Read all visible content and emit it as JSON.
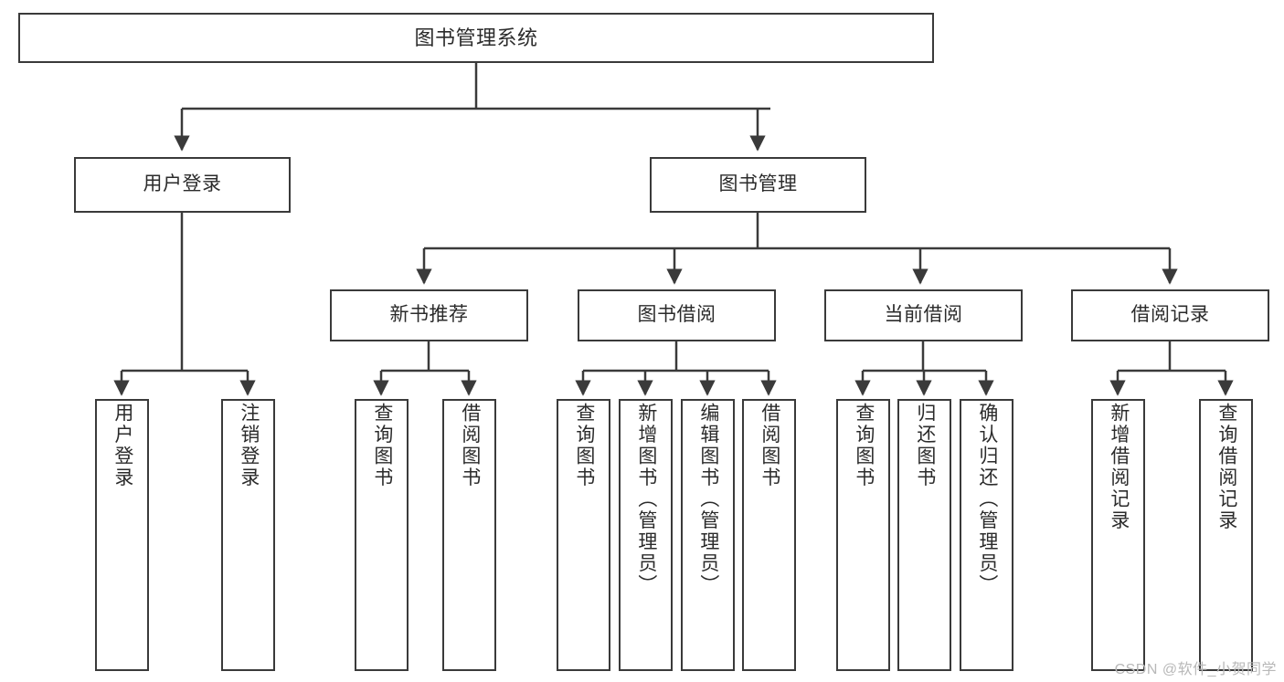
{
  "diagram": {
    "title": "图书管理系统",
    "type": "tree-hierarchy-chart",
    "root": {
      "id": "root",
      "label": "图书管理系统"
    },
    "level1": [
      {
        "id": "login",
        "label": "用户登录"
      },
      {
        "id": "bookmgmt",
        "label": "图书管理"
      }
    ],
    "level2": [
      {
        "id": "newbook",
        "label": "新书推荐",
        "parent": "bookmgmt"
      },
      {
        "id": "borrow",
        "label": "图书借阅",
        "parent": "bookmgmt"
      },
      {
        "id": "current",
        "label": "当前借阅",
        "parent": "bookmgmt"
      },
      {
        "id": "record",
        "label": "借阅记录",
        "parent": "bookmgmt"
      }
    ],
    "leaves": {
      "login": [
        {
          "id": "leaf-user-login",
          "label": "用户登录"
        },
        {
          "id": "leaf-user-logout",
          "label": "注销登录"
        }
      ],
      "newbook": [
        {
          "id": "leaf-nb-query",
          "label": "查询图书"
        },
        {
          "id": "leaf-nb-borrow",
          "label": "借阅图书"
        }
      ],
      "borrow": [
        {
          "id": "leaf-bo-query",
          "label": "查询图书"
        },
        {
          "id": "leaf-bo-add",
          "label": "新增图书（管理员）"
        },
        {
          "id": "leaf-bo-edit",
          "label": "编辑图书（管理员）"
        },
        {
          "id": "leaf-bo-borrow",
          "label": "借阅图书"
        }
      ],
      "current": [
        {
          "id": "leaf-cu-query",
          "label": "查询图书"
        },
        {
          "id": "leaf-cu-return",
          "label": "归还图书"
        },
        {
          "id": "leaf-cu-confirm",
          "label": "确认归还（管理员）"
        }
      ],
      "record": [
        {
          "id": "leaf-re-add",
          "label": "新增借阅记录"
        },
        {
          "id": "leaf-re-query",
          "label": "查询借阅记录"
        }
      ]
    },
    "colors": {
      "border": "#3a3a3a",
      "fill": "#ffffff",
      "text": "#2b2b2b",
      "watermark": "#b8b8b8"
    }
  },
  "watermark": {
    "text": "CSDN @软件_小贺同学"
  }
}
